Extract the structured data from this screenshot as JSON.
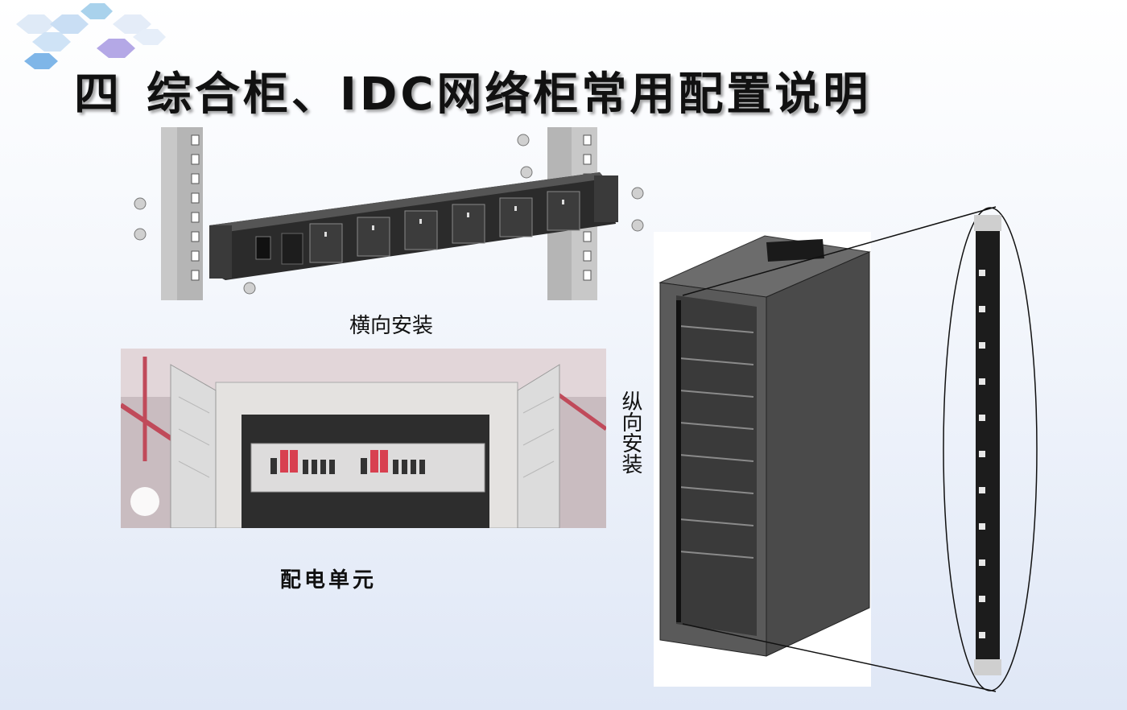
{
  "slide": {
    "title_number": "四",
    "title_text": "综合柜、IDC网络柜常用配置说明"
  },
  "figures": {
    "horizontal_caption": "横向安装",
    "distribution_caption": "配电单元",
    "vertical_caption": "纵向安装"
  },
  "colors": {
    "hex_a": "#a6c8ee",
    "hex_b": "#cfe3f6",
    "hex_c": "#b4a8e6",
    "hex_d": "#7fb6e8",
    "pdu_body": "#2b2b2b",
    "cabinet_body": "#4a4a4a"
  }
}
